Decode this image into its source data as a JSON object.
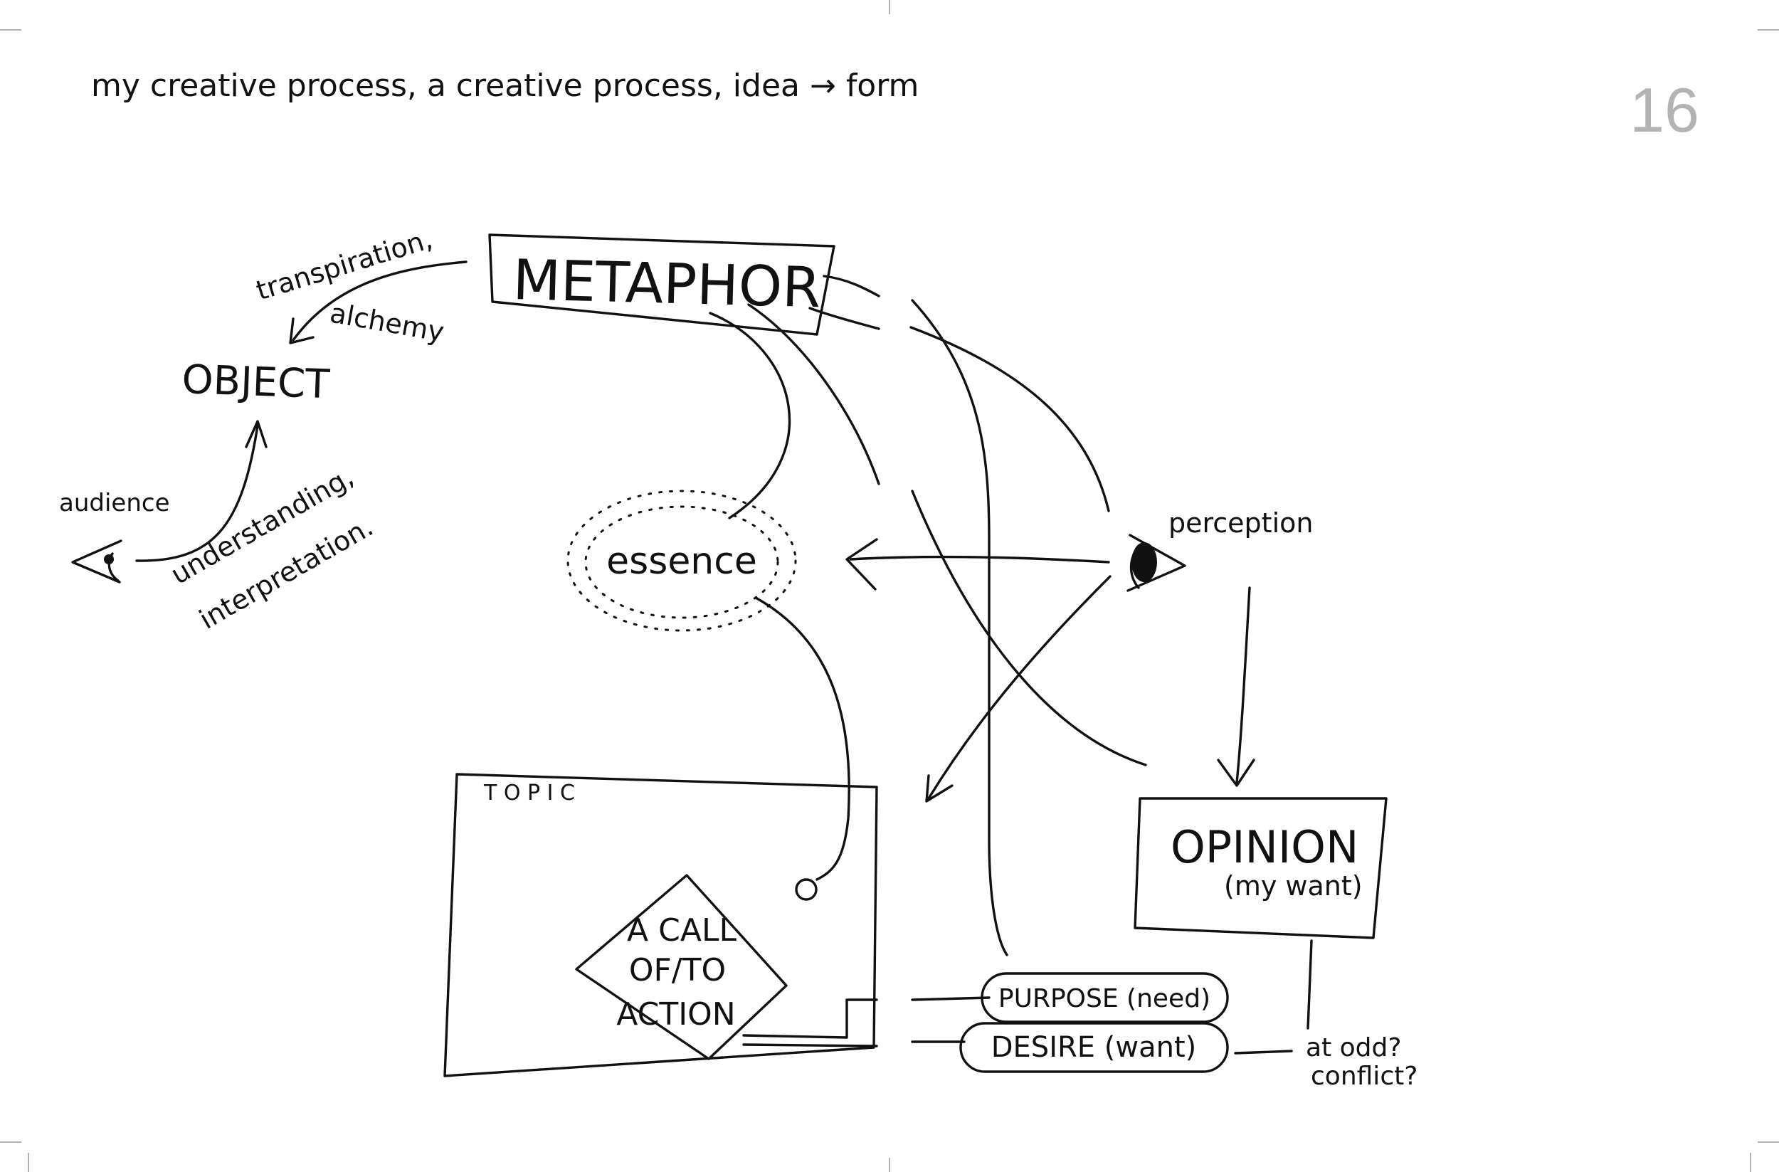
{
  "title": "my creative process, a creative process, idea → form",
  "page_number": "16",
  "nodes": {
    "metaphor": "METAPHOR",
    "object": "OBJECT",
    "essence": "essence",
    "topic": "T O P I C",
    "call_line1": "A CALL",
    "call_line2": "OF/TO",
    "call_line3": "ACTION",
    "opinion": "OPINION",
    "opinion_sub": "(my want)",
    "purpose": "PURPOSE (need)",
    "desire": "DESIRE (want)"
  },
  "labels": {
    "transpiration": "transpiration,",
    "alchemy": "alchemy",
    "audience": "audience",
    "understanding": "understanding,",
    "interpretation": "interpretation.",
    "perception": "perception",
    "at_odd": "at odd?",
    "conflict": "conflict?"
  },
  "icons": {
    "audience_eye": "eye-icon",
    "perception_eye": "eye-icon"
  },
  "colors": {
    "ink": "#111111",
    "page_number": "#b3b3b3"
  }
}
